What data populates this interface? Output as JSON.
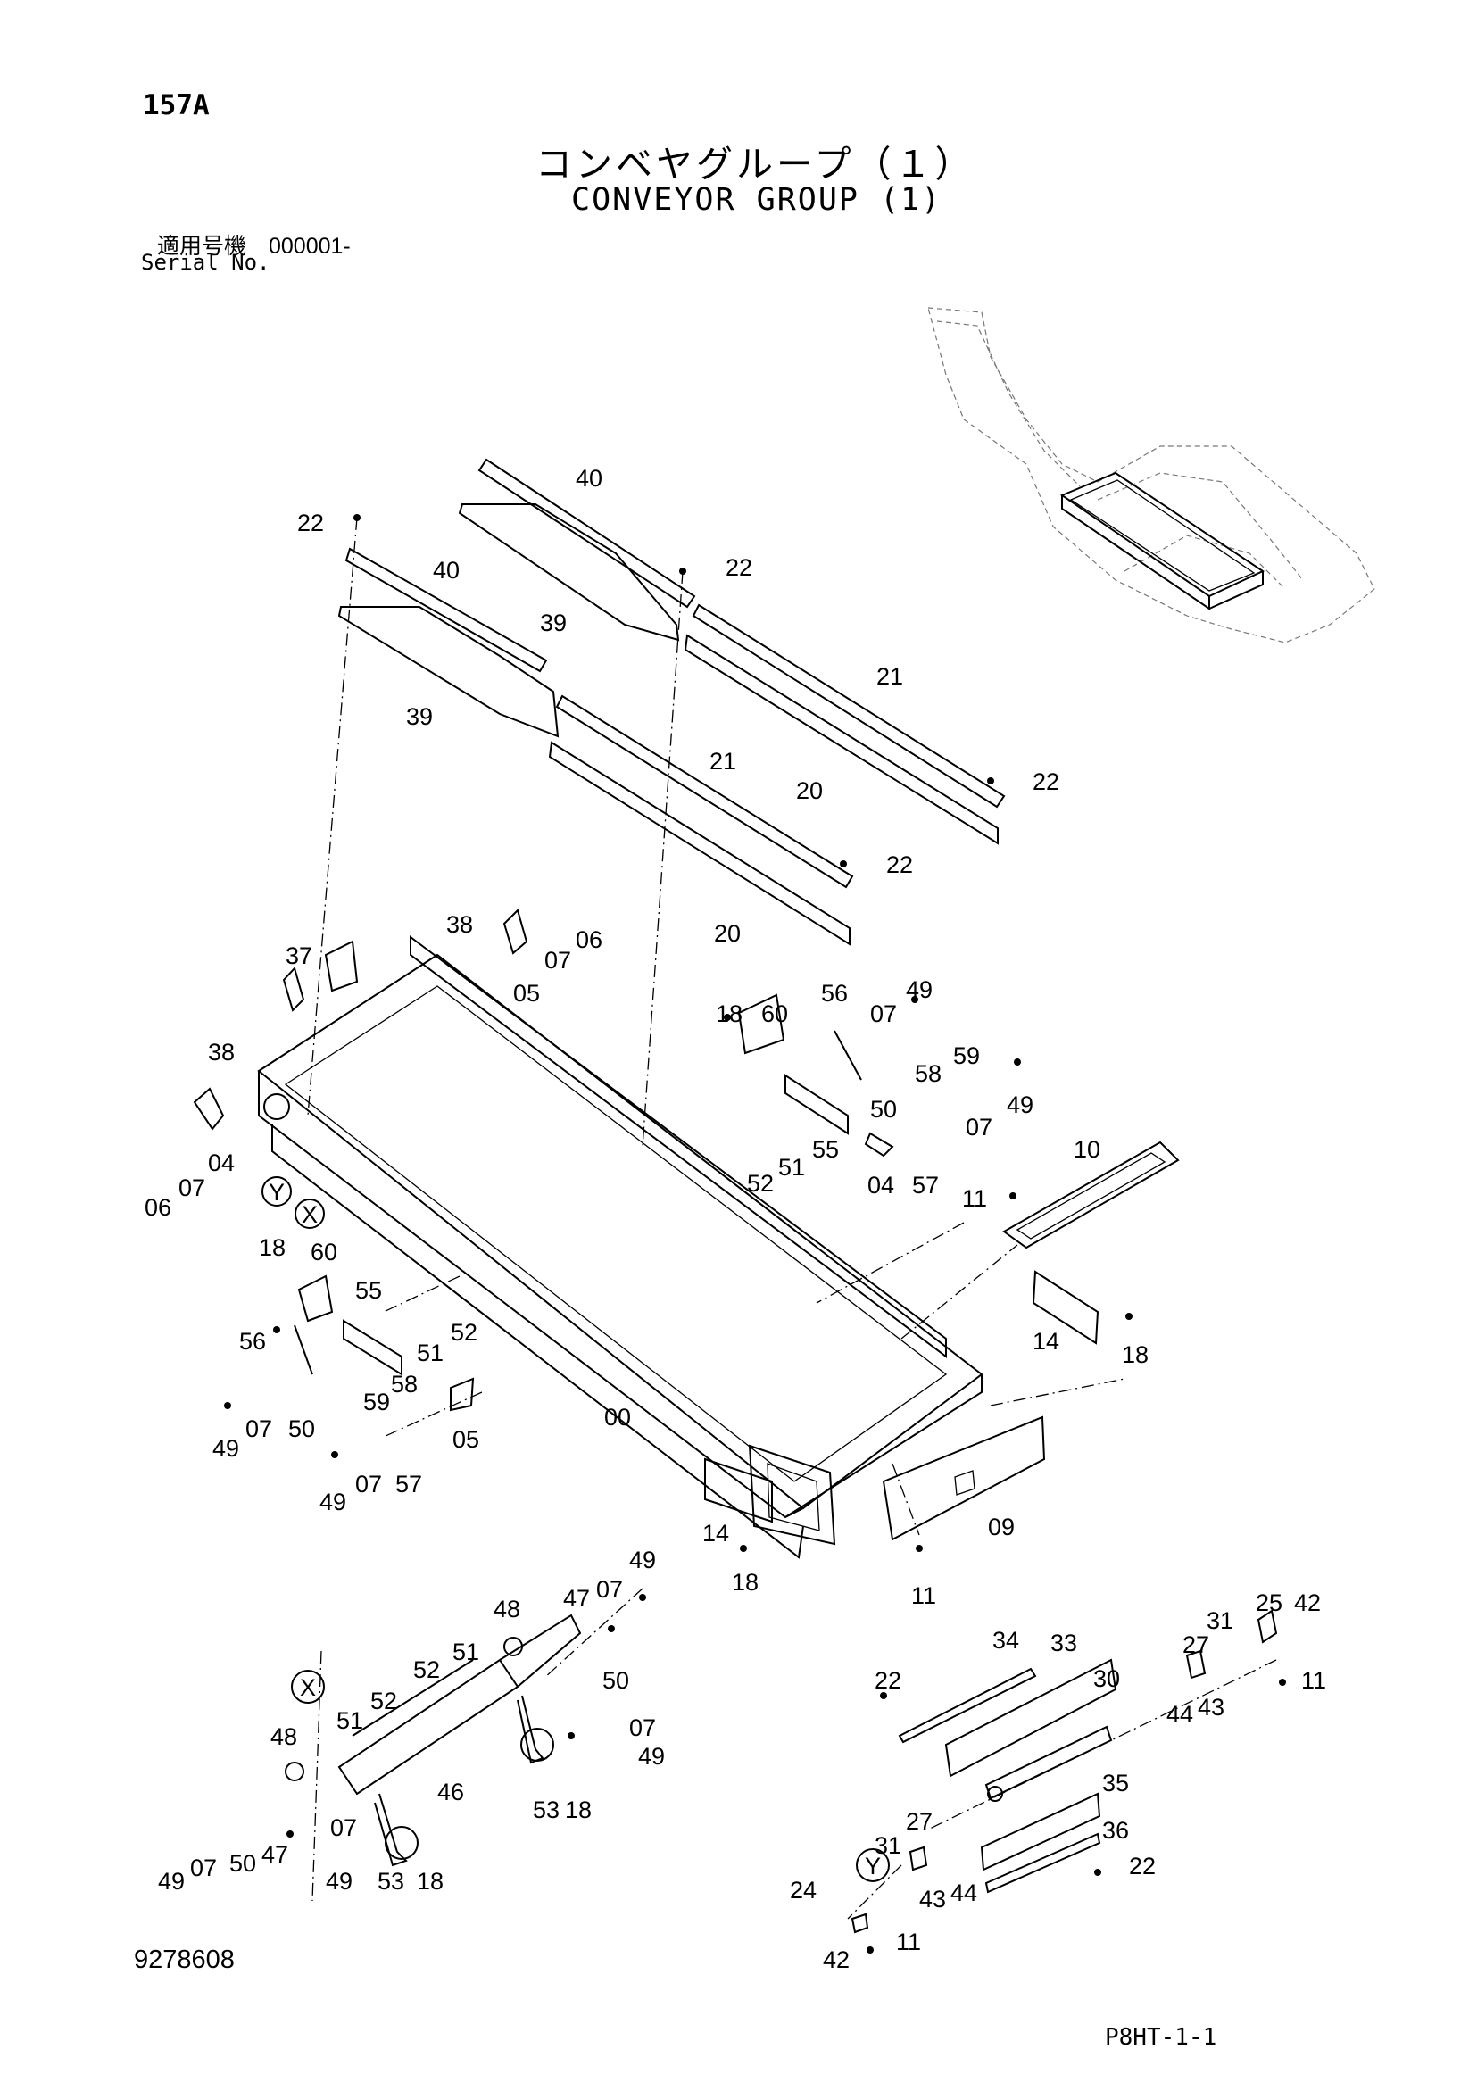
{
  "page": {
    "code": "157A",
    "title_jp": "コンベヤグループ（１）",
    "title_en": "CONVEYOR GROUP (1)",
    "serial_label_jp": "適用号機　000001-",
    "serial_label_en": "Serial No.",
    "doc_number": "9278608",
    "sheet_number": "P8HT-1-1"
  },
  "callouts": {
    "c00": "00",
    "c04a": "04",
    "c04b": "04",
    "c05a": "05",
    "c05b": "05",
    "c06a": "06",
    "c06b": "06",
    "c07a": "07",
    "c07b": "07",
    "c07c": "07",
    "c07d": "07",
    "c07e": "07",
    "c07f": "07",
    "c07g": "07",
    "c07h": "07",
    "c07i": "07",
    "c07j": "07",
    "c09": "09",
    "c10": "10",
    "c11a": "11",
    "c11b": "11",
    "c11c": "11",
    "c11d": "11",
    "c14a": "14",
    "c14b": "14",
    "c18a": "18",
    "c18b": "18",
    "c18c": "18",
    "c18d": "18",
    "c18e": "18",
    "c18f": "18",
    "c20a": "20",
    "c20b": "20",
    "c21a": "21",
    "c21b": "21",
    "c22a": "22",
    "c22b": "22",
    "c22c": "22",
    "c22d": "22",
    "c22e": "22",
    "c22f": "22",
    "c24": "24",
    "c25": "25",
    "c27a": "27",
    "c27b": "27",
    "c30": "30",
    "c31a": "31",
    "c31b": "31",
    "c33": "33",
    "c34": "34",
    "c35": "35",
    "c36": "36",
    "c37": "37",
    "c38a": "38",
    "c38b": "38",
    "c39a": "39",
    "c39b": "39",
    "c40a": "40",
    "c40b": "40",
    "c42a": "42",
    "c42b": "42",
    "c43a": "43",
    "c43b": "43",
    "c44a": "44",
    "c44b": "44",
    "c46": "46",
    "c47a": "47",
    "c47b": "47",
    "c48a": "48",
    "c48b": "48",
    "c49a": "49",
    "c49b": "49",
    "c49c": "49",
    "c49d": "49",
    "c49e": "49",
    "c49f": "49",
    "c49g": "49",
    "c49h": "49",
    "c50a": "50",
    "c50b": "50",
    "c50c": "50",
    "c50d": "50",
    "c51a": "51",
    "c51b": "51",
    "c51c": "51",
    "c51d": "51",
    "c52a": "52",
    "c52b": "52",
    "c52c": "52",
    "c52d": "52",
    "c53a": "53",
    "c53b": "53",
    "c55a": "55",
    "c55b": "55",
    "c56a": "56",
    "c56b": "56",
    "c57a": "57",
    "c57b": "57",
    "c58a": "58",
    "c58b": "58",
    "c59a": "59",
    "c59b": "59",
    "c60a": "60",
    "c60b": "60",
    "markX1": "X",
    "markX2": "X",
    "markY1": "Y",
    "markY2": "Y"
  },
  "icons": {
    "ref_circle": "circle-outline",
    "bolt": "filled-dot"
  }
}
